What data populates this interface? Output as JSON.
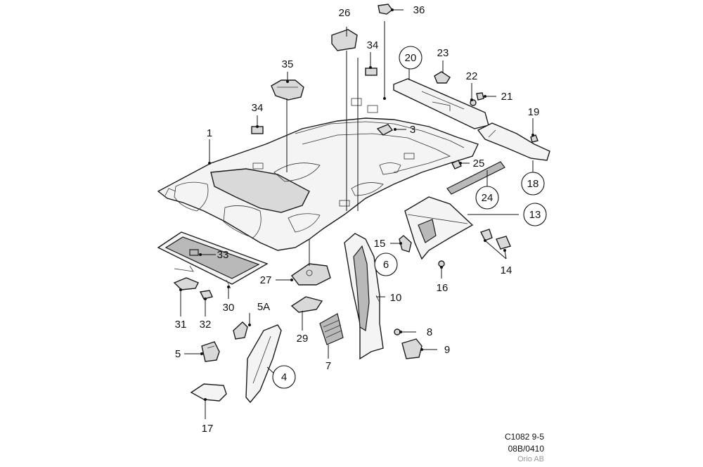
{
  "labels": {
    "p1": "1",
    "p3": "3",
    "p4": "4",
    "p5": "5",
    "p5a": "5A",
    "p6": "6",
    "p7": "7",
    "p8": "8",
    "p9": "9",
    "p10": "10",
    "p13": "13",
    "p14": "14",
    "p15": "15",
    "p16": "16",
    "p17": "17",
    "p18": "18",
    "p19": "19",
    "p20": "20",
    "p21": "21",
    "p22": "22",
    "p23": "23",
    "p24": "24",
    "p25": "25",
    "p26": "26",
    "p27": "27",
    "p29": "29",
    "p30": "30",
    "p31": "31",
    "p32": "32",
    "p33": "33",
    "p34a": "34",
    "p34b": "34",
    "p35": "35",
    "p36": "36"
  },
  "footer": {
    "code": "C1082 9-5",
    "revision": "08B/0410",
    "owner": "Orio AB"
  }
}
